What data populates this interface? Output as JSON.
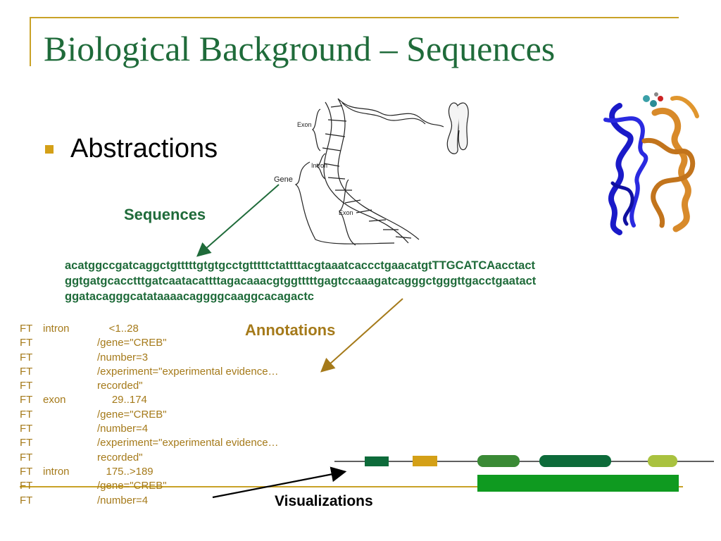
{
  "slide": {
    "title": "Biological Background – Sequences",
    "bullet": "Abstractions"
  },
  "diagram": {
    "exon_label": "Exon",
    "intron_label": "Intron",
    "gene_label": "Gene",
    "exon2_label": "Exon"
  },
  "labels": {
    "sequences": "Sequences",
    "annotations": "Annotations",
    "visualizations": "Visualizations"
  },
  "sequence_lines": [
    "acatggccgatcaggctgtttttgtgtgcctgtttttctattttacgtaaatcaccctgaacatgtTTGCATCAacctact",
    "ggtgatgcacctttgatcaatacattttagacaaacgtggtttttgagtccaaagatcagggctgggttgacctgaatact",
    "ggatacagggcatataaaacaggggcaaggcacagactc"
  ],
  "annotations": [
    {
      "tag": "FT",
      "key": "intron",
      "value": "    <1..28"
    },
    {
      "tag": "FT",
      "key": "",
      "value": "/gene=\"CREB\""
    },
    {
      "tag": "FT",
      "key": "",
      "value": "/number=3"
    },
    {
      "tag": "FT",
      "key": "",
      "value": "/experiment=\"experimental evidence…"
    },
    {
      "tag": "FT",
      "key": "",
      "value": "recorded\""
    },
    {
      "tag": "FT",
      "key": "exon",
      "value": "     29..174"
    },
    {
      "tag": "FT",
      "key": "",
      "value": "/gene=\"CREB\""
    },
    {
      "tag": "FT",
      "key": "",
      "value": "/number=4"
    },
    {
      "tag": "FT",
      "key": "",
      "value": "/experiment=\"experimental evidence…"
    },
    {
      "tag": "FT",
      "key": "",
      "value": "recorded\""
    },
    {
      "tag": "FT",
      "key": "intron",
      "value": "   175..>189"
    },
    {
      "tag": "FT",
      "key": "",
      "value": "/gene=\"CREB\""
    },
    {
      "tag": "FT",
      "key": "",
      "value": "/number=4"
    }
  ],
  "colors": {
    "title": "#1f6b3a",
    "bullet": "#d4a017",
    "annotation": "#a57a1a",
    "exon_dark": "#0d6b3a",
    "exon_gold": "#d4a017",
    "exon_mid": "#3a8a35",
    "exon_light": "#a9c23f",
    "track_bar": "#0f9a20"
  }
}
